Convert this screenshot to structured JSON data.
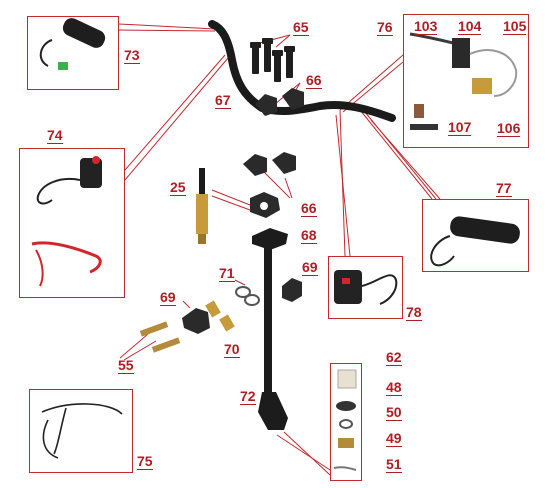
{
  "diagram": {
    "labels": {
      "p25": "25",
      "p48": "48",
      "p49": "49",
      "p50": "50",
      "p51": "51",
      "p55": "55",
      "p62": "62",
      "p65": "65",
      "p66a": "66",
      "p66b": "66",
      "p67": "67",
      "p68": "68",
      "p69a": "69",
      "p69b": "69",
      "p70": "70",
      "p71": "71",
      "p72": "72",
      "p73": "73",
      "p74": "74",
      "p75": "75",
      "p76": "76",
      "p77": "77",
      "p78": "78",
      "p103": "103",
      "p104": "104",
      "p105": "105",
      "p106": "106",
      "p107": "107"
    },
    "colors": {
      "label": "#b01e24",
      "leader": "#c22a30",
      "part_dark": "#1b1b1b",
      "brass": "#c79a3c",
      "red_switch": "#d4262a",
      "green_plug": "#3db04a"
    }
  }
}
